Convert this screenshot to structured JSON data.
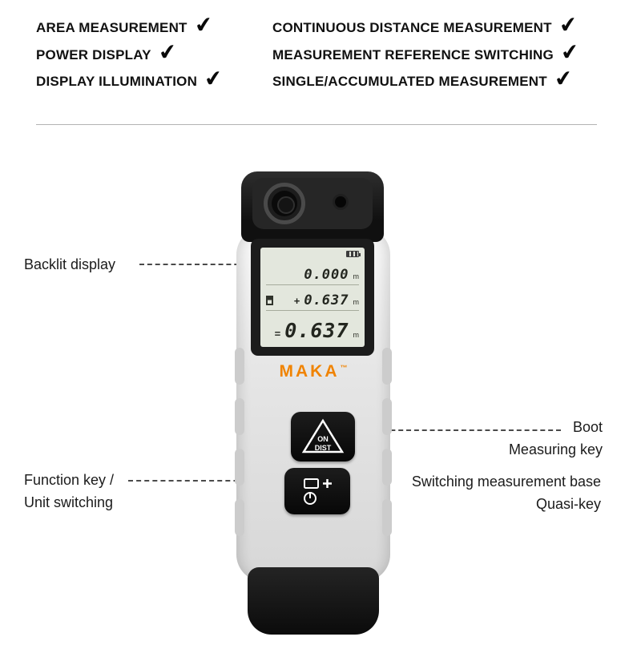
{
  "features": {
    "check_glyph": "✔",
    "left": [
      {
        "label": "AREA MEASUREMENT"
      },
      {
        "label": "POWER DISPLAY"
      },
      {
        "label": "DISPLAY ILLUMINATION"
      }
    ],
    "right": [
      {
        "label": "CONTINUOUS DISTANCE MEASUREMENT"
      },
      {
        "label": "MEASUREMENT REFERENCE SWITCHING"
      },
      {
        "label": "SINGLE/ACCUMULATED MEASUREMENT"
      }
    ]
  },
  "device": {
    "brand": "MAKA",
    "trademark": "™",
    "brand_color": "#f08300",
    "lcd": {
      "row1": {
        "value": "0.000",
        "unit": "m"
      },
      "row2": {
        "prefix": "+",
        "value": "0.637",
        "unit": "m"
      },
      "row3": {
        "prefix": "=",
        "value": "0.637",
        "unit": "m"
      }
    },
    "measure_button": {
      "line1": "ON",
      "line2": "DIST"
    }
  },
  "callouts": {
    "backlit": {
      "label": "Backlit display"
    },
    "boot": {
      "line1": "Boot",
      "line2": "Measuring key"
    },
    "function_key": {
      "line1": "Function key /",
      "line2": "Unit switching"
    },
    "switching": {
      "line1": "Switching measurement base",
      "line2": "Quasi-key"
    }
  }
}
